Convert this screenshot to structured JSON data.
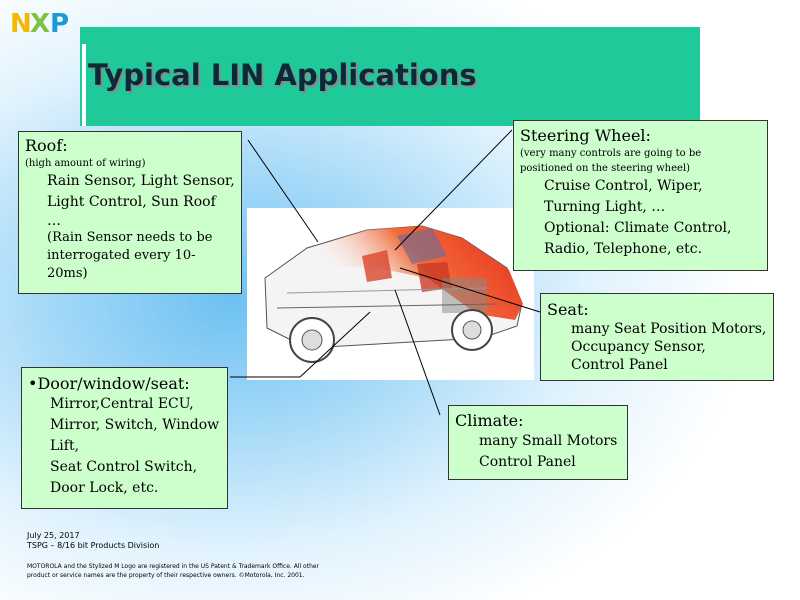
{
  "slide": {
    "title": "Typical LIN Applications"
  },
  "logo": {
    "text": "NXP",
    "colors": [
      "#f5b800",
      "#7fc241",
      "#1a9bd7"
    ]
  },
  "roof": {
    "heading": "Roof:",
    "note": "(high amount of wiring)",
    "lines": [
      "Rain Sensor, Light Sensor,",
      "Light Control, Sun Roof",
      "…"
    ],
    "subnote_lines": [
      "(Rain Sensor needs to be",
      "interrogated every 10-20ms)"
    ]
  },
  "steering": {
    "heading": "Steering Wheel:",
    "note_lines": [
      "(very many controls are going to be",
      "positioned on the steering wheel)"
    ],
    "lines": [
      "Cruise Control, Wiper,",
      "Turning Light, …",
      "Optional: Climate Control,",
      "Radio, Telephone, etc."
    ]
  },
  "seat": {
    "heading": "Seat:",
    "lines": [
      "many Seat Position Motors,",
      "Occupancy Sensor,",
      "Control Panel"
    ]
  },
  "door": {
    "heading": "•Door/window/seat:",
    "lines": [
      "Mirror,Central ECU,",
      "Mirror, Switch, Window",
      "Lift,",
      "Seat Control Switch,",
      "Door Lock, etc."
    ]
  },
  "climate": {
    "heading": "Climate:",
    "lines": [
      "many Small Motors",
      "Control Panel"
    ]
  },
  "footer": {
    "date": "July 25, 2017",
    "division": "TSPG – 8/16 bit Products Division",
    "legal_lines": [
      "MOTOROLA and the Stylized M Logo are registered in the US Patent & Trademark Office. All other",
      "product or service names are the property of their respective owners.  ©Motorola, Inc. 2001."
    ]
  },
  "colors": {
    "title_band": "#1fc99a",
    "callout_fill": "#ccffcc",
    "car_red": "#e8291c"
  }
}
